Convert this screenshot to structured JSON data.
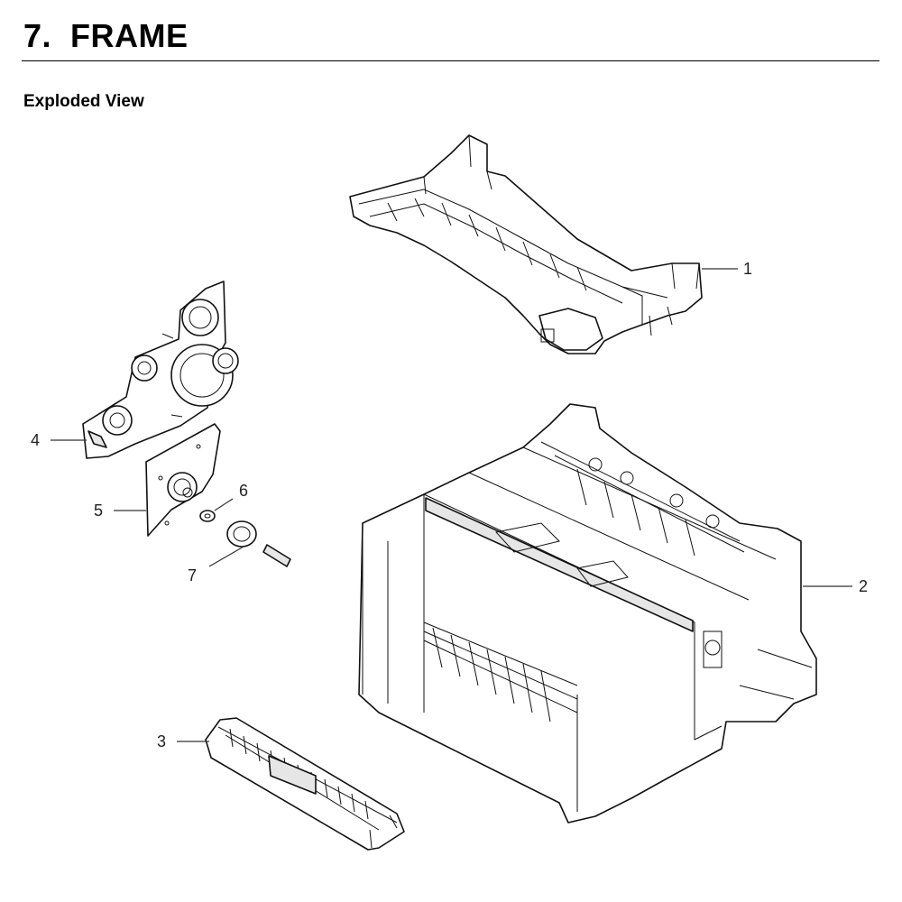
{
  "header": {
    "title": "7.  FRAME",
    "subtitle": "Exploded View"
  },
  "callouts": [
    "1",
    "2",
    "3",
    "4",
    "5",
    "6",
    "7"
  ],
  "colors": {
    "ink": "#000000",
    "background": "#ffffff"
  }
}
